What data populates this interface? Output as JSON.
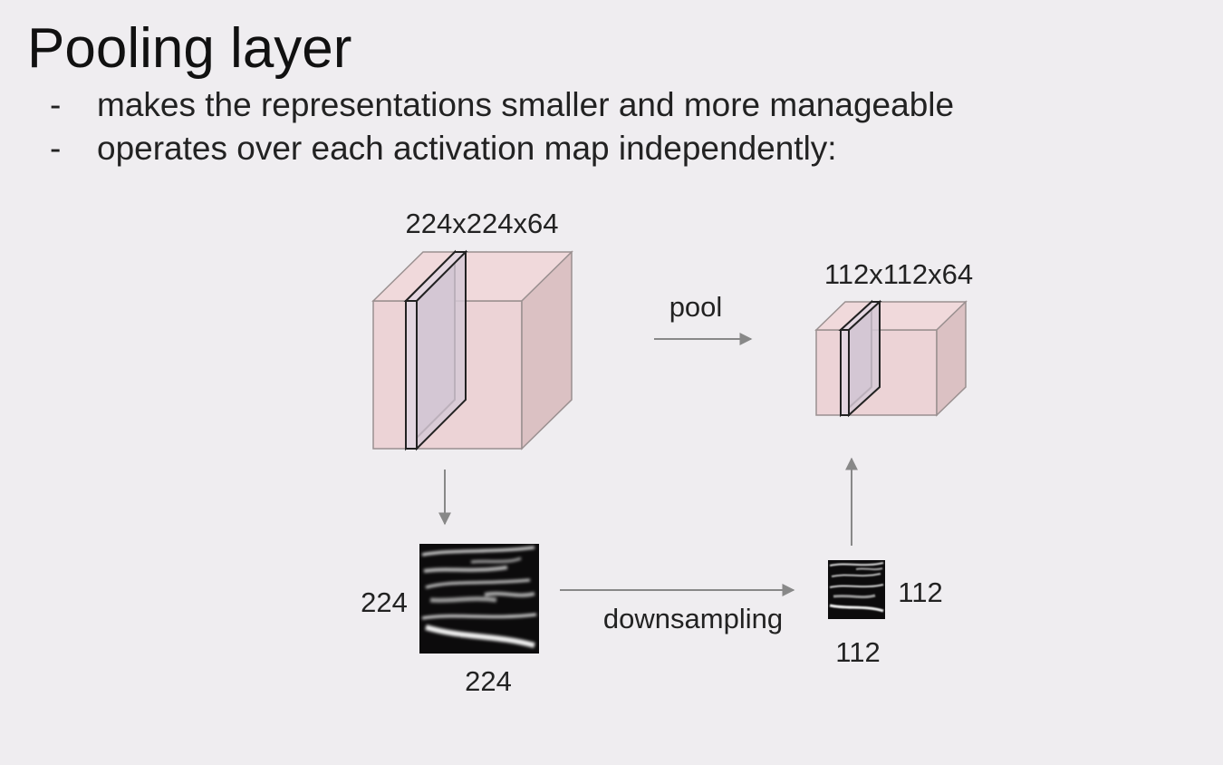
{
  "slide": {
    "title": "Pooling layer",
    "bullets": [
      {
        "marker": "-",
        "text": "makes the representations smaller and more manageable"
      },
      {
        "marker": "-",
        "text": "operates over each activation map independently:"
      }
    ]
  },
  "diagram": {
    "input_volume_label": "224x224x64",
    "output_volume_label": "112x112x64",
    "pool_label": "pool",
    "downsampling_label": "downsampling",
    "input_map_height_label": "224",
    "input_map_width_label": "224",
    "output_map_height_label": "112",
    "output_map_width_label": "112"
  },
  "colors": {
    "background": "#efedf0",
    "cube_front": "#ecd3d6",
    "cube_top": "#f0d8da",
    "cube_side": "#dbc0c2",
    "slice": "#d8c8d6",
    "arrow": "#888888",
    "feature_map": "#0c0b0c"
  }
}
